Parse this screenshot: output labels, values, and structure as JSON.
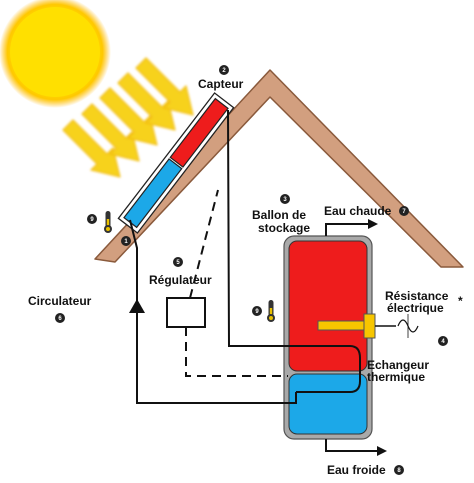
{
  "labels": {
    "capteur": "Capteur",
    "ballon_line1": "Ballon de",
    "ballon_line2": "stockage",
    "eau_chaude": "Eau chaude",
    "regulateur": "Régulateur",
    "circulateur": "Circulateur",
    "resistance_line1": "Résistance",
    "resistance_line2": "électrique",
    "resistance_star": "*",
    "echangeur_line1": "Echangeur",
    "echangeur_line2": "thermique",
    "eau_froide": "Eau froide"
  },
  "markers": {
    "m1": "1",
    "m2": "2",
    "m3": "3",
    "m4": "4",
    "m5": "5",
    "m6": "6",
    "m7": "7",
    "m8": "8",
    "m9a": "9",
    "m9b": "9"
  },
  "colors": {
    "sun": "#ffe000",
    "sun_glow": "#ffb400",
    "rays": "#f6d21c",
    "roof": "#d29f7f",
    "roof_edge": "#8a5a3c",
    "hot": "#ee1c1c",
    "cold": "#1ca8e8",
    "tank_shell": "#a9a9a9",
    "resistance": "#f7c600",
    "marker": "#222222"
  }
}
